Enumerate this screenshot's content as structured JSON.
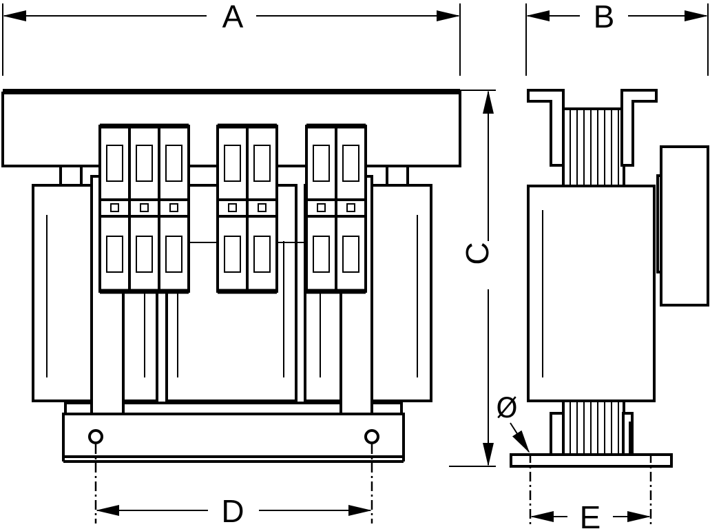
{
  "labels": {
    "A": "A",
    "B": "B",
    "C": "C",
    "D": "D",
    "E": "E",
    "diameter": "Ø"
  },
  "colors": {
    "line": "#000000",
    "background": "#ffffff"
  }
}
